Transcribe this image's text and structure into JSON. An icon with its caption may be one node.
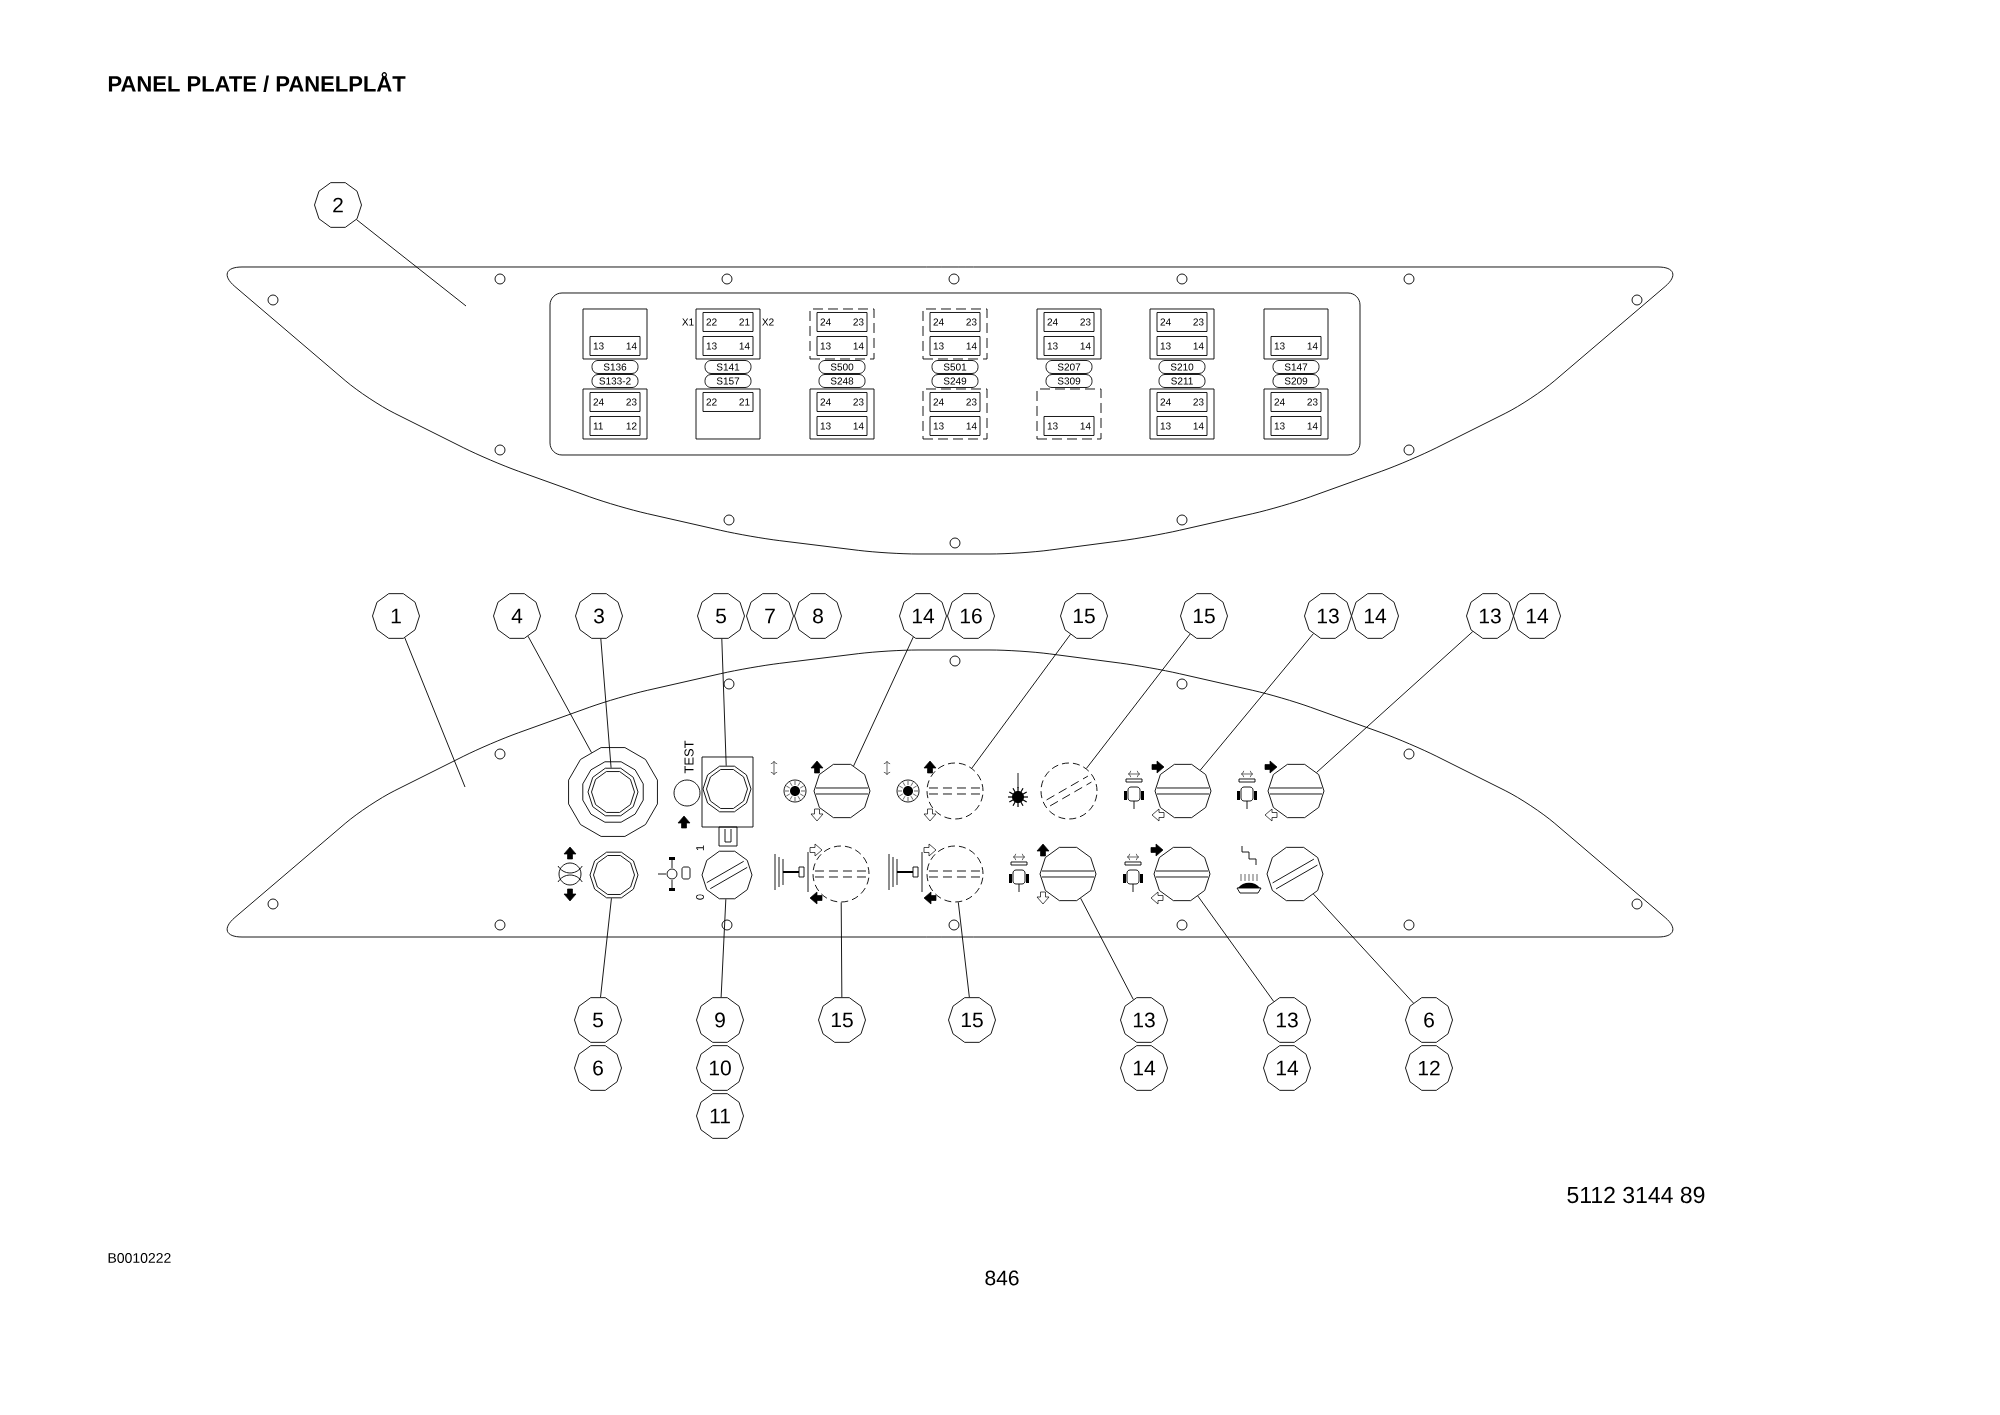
{
  "diagram": {
    "title": "PANEL PLATE / PANELPLÅT",
    "nodes": [
      {
        "text": [
          "2"
        ]
      },
      {
        "text": [],
        "shape": "box"
      },
      {
        "text": [],
        "shape": "box",
        "in": 1
      },
      {
        "text": [],
        "shape": "box",
        "in": 2
      },
      {
        "text": [
          "13",
          "14"
        ],
        "in": 3
      },
      {
        "text": [],
        "shape": "box",
        "in": 2,
        "beside": [
          "X1",
          "X2"
        ]
      },
      {
        "text": [
          "22",
          "21"
        ],
        "in": 5
      },
      {
        "text": [
          "13",
          "14"
        ],
        "in": 5
      },
      {
        "text": [],
        "shape": "box",
        "in": 2
      },
      {
        "text": [
          "24",
          "23"
        ],
        "in": 8
      },
      {
        "text": [
          "13",
          "14"
        ],
        "in": 8
      },
      {
        "text": [],
        "shape": "box",
        "in": 2
      },
      {
        "text": [
          "24",
          "23"
        ],
        "in": 11
      },
      {
        "text": [
          "13",
          "14"
        ],
        "in": 11
      },
      {
        "text": [],
        "shape": "box",
        "in": 2
      },
      {
        "text": [
          "24",
          "23"
        ],
        "in": 14
      },
      {
        "text": [
          "13",
          "14"
        ],
        "in": 14
      },
      {
        "text": [],
        "shape": "box",
        "in": 2
      },
      {
        "text": [
          "24",
          "23"
        ],
        "in": 17
      },
      {
        "text": [
          "13",
          "14"
        ],
        "in": 17
      },
      {
        "text": [],
        "shape": "box",
        "in": 2
      },
      {
        "text": [
          "13",
          "14"
        ],
        "in": 20
      },
      {
        "text": [
          "S136"
        ],
        "in": 2
      },
      {
        "text": [
          "S141"
        ],
        "in": 2
      },
      {
        "text": [
          "S500"
        ],
        "in": 2
      },
      {
        "text": [
          "S501"
        ],
        "in": 2
      },
      {
        "text": [
          "S207"
        ],
        "in": 2
      },
      {
        "text": [
          "S210"
        ],
        "in": 2
      },
      {
        "text": [
          "S147"
        ],
        "in": 2
      },
      {
        "text": [
          "S133-2"
        ],
        "in": 2
      },
      {
        "text": [
          "S157"
        ],
        "in": 2
      },
      {
        "text": [
          "S248"
        ],
        "in": 2
      },
      {
        "text": [
          "S249"
        ],
        "in": 2
      },
      {
        "text": [
          "S309"
        ],
        "in": 2
      },
      {
        "text": [
          "S211"
        ],
        "in": 2
      },
      {
        "text": [
          "S209"
        ],
        "in": 2
      },
      {
        "text": [],
        "shape": "box",
        "in": 2
      },
      {
        "text": [
          "24",
          "23"
        ],
        "in": 36
      },
      {
        "text": [
          "11",
          "12"
        ],
        "in": 36
      },
      {
        "text": [],
        "shape": "box",
        "in": 2
      },
      {
        "text": [
          "22",
          "21"
        ],
        "in": 39
      },
      {
        "text": [],
        "shape": "box",
        "in": 2
      },
      {
        "text": [
          "24",
          "23"
        ],
        "in": 41
      },
      {
        "text": [
          "13",
          "14"
        ],
        "in": 41
      },
      {
        "text": [],
        "shape": "box",
        "in": 2
      },
      {
        "text": [
          "24",
          "23"
        ],
        "in": 44
      },
      {
        "text": [
          "13",
          "14"
        ],
        "in": 44
      },
      {
        "text": [],
        "shape": "box",
        "in": 2
      },
      {
        "text": [
          "13",
          "14"
        ],
        "in": 47
      },
      {
        "text": [],
        "shape": "box",
        "in": 2
      },
      {
        "text": [
          "24",
          "23"
        ],
        "in": 49
      },
      {
        "text": [
          "13",
          "14"
        ],
        "in": 49
      },
      {
        "text": [],
        "shape": "box",
        "in": 2
      },
      {
        "text": [
          "24",
          "23"
        ],
        "in": 52
      },
      {
        "text": [
          "13",
          "14"
        ],
        "in": 52
      },
      {
        "text": [
          "1"
        ]
      },
      {
        "text": [
          "4"
        ]
      },
      {
        "text": [
          "3"
        ]
      },
      {
        "text": [
          "5"
        ]
      },
      {
        "text": [
          "7"
        ]
      },
      {
        "text": [
          "8"
        ]
      },
      {
        "text": [
          "14"
        ]
      },
      {
        "text": [
          "16"
        ]
      },
      {
        "text": [
          "15"
        ]
      },
      {
        "text": [
          "15"
        ]
      },
      {
        "text": [
          "13"
        ]
      },
      {
        "text": [
          "14"
        ]
      },
      {
        "text": [
          "13"
        ]
      },
      {
        "text": [
          "14"
        ]
      },
      {
        "text": [],
        "shape": "box"
      },
      {
        "text": [],
        "shape": "circle",
        "in": 69
      },
      {
        "text": [],
        "shape": "circle",
        "in": 70
      },
      {
        "text": [],
        "shape": "circle",
        "in": 69
      },
      {
        "text": [],
        "shape": "circle",
        "in": 69
      },
      {
        "text": [],
        "shape": "circle",
        "in": 69
      },
      {
        "text": [],
        "shape": "circle",
        "in": 69
      },
      {
        "text": [],
        "shape": "circle",
        "in": 69
      },
      {
        "text": [],
        "shape": "circle",
        "in": 69
      },
      {
        "text": [],
        "shape": "circle",
        "in": 69
      },
      {
        "text": [],
        "shape": "circle",
        "in": 69
      },
      {
        "text": [],
        "shape": "circle",
        "in": 69
      },
      {
        "text": [],
        "shape": "circle",
        "in": 69
      },
      {
        "text": [],
        "shape": "circle",
        "in": 69
      },
      {
        "text": [],
        "shape": "circle",
        "in": 69
      },
      {
        "text": [],
        "shape": "circle",
        "in": 69
      },
      {
        "text": [
          "5"
        ]
      },
      {
        "text": [
          "6"
        ]
      },
      {
        "text": [
          "9"
        ]
      },
      {
        "text": [
          "10"
        ]
      },
      {
        "text": [
          "11"
        ]
      },
      {
        "text": [
          "15"
        ]
      },
      {
        "text": [
          "15"
        ]
      },
      {
        "text": [
          "13"
        ]
      },
      {
        "text": [
          "14"
        ]
      },
      {
        "text": [
          "13"
        ]
      },
      {
        "text": [
          "14"
        ]
      },
      {
        "text": [
          "6"
        ]
      },
      {
        "text": [
          "12"
        ]
      }
    ],
    "edges": [
      {
        "from": 0,
        "to": 1,
        "arrow": "none"
      },
      {
        "from": 55,
        "to": 69,
        "arrow": "none"
      },
      {
        "from": 56,
        "to": 70,
        "arrow": "none"
      },
      {
        "from": 57,
        "to": 71,
        "arrow": "none"
      },
      {
        "from": 58,
        "to": 72,
        "arrow": "none"
      },
      {
        "from": 61,
        "to": 73,
        "arrow": "none"
      },
      {
        "from": 63,
        "to": 74,
        "arrow": "none"
      },
      {
        "from": 64,
        "to": 75,
        "arrow": "none"
      },
      {
        "from": 65,
        "to": 76,
        "arrow": "none"
      },
      {
        "from": 67,
        "to": 77,
        "arrow": "none"
      },
      {
        "from": 85,
        "to": 78,
        "arrow": "none"
      },
      {
        "from": 87,
        "to": 79,
        "arrow": "none"
      },
      {
        "from": 90,
        "to": 80,
        "arrow": "none"
      },
      {
        "from": 91,
        "to": 81,
        "arrow": "none"
      },
      {
        "from": 92,
        "to": 82,
        "arrow": "none"
      },
      {
        "from": 94,
        "to": 83,
        "arrow": "none"
      },
      {
        "from": 96,
        "to": 84,
        "arrow": "none"
      }
    ],
    "labels": [
      "TEST",
      "1",
      "0",
      "5112 3144 89",
      "B0010222",
      "846"
    ]
  }
}
